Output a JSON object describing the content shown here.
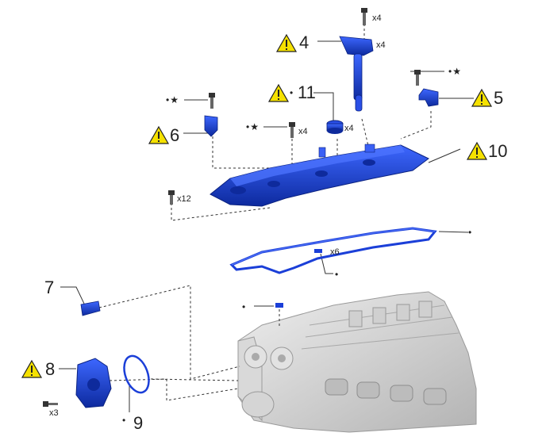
{
  "callouts": [
    {
      "id": "4",
      "label": "4"
    },
    {
      "id": "5",
      "label": "5"
    },
    {
      "id": "6",
      "label": "6"
    },
    {
      "id": "7",
      "label": "7"
    },
    {
      "id": "8",
      "label": "8"
    },
    {
      "id": "9",
      "label": "9"
    },
    {
      "id": "10",
      "label": "10"
    },
    {
      "id": "11",
      "label": "11"
    }
  ],
  "quantities": {
    "coil_bolt": "x4",
    "coil": "x4",
    "bolt_left": "x4",
    "seal_11": "x4",
    "cover_bolts": "x12",
    "gasket_plugs": "x6",
    "pump_bolts": "x3"
  },
  "markers": {
    "dot": "•",
    "dot_star": "•★",
    "star_dot": "★•"
  },
  "colors": {
    "part_blue": "#1b3fd8",
    "part_blue_dark": "#0e2a9c",
    "warning_yellow": "#f5e100",
    "engine_gray": "#c9c9c9",
    "leader_line": "#333333"
  }
}
